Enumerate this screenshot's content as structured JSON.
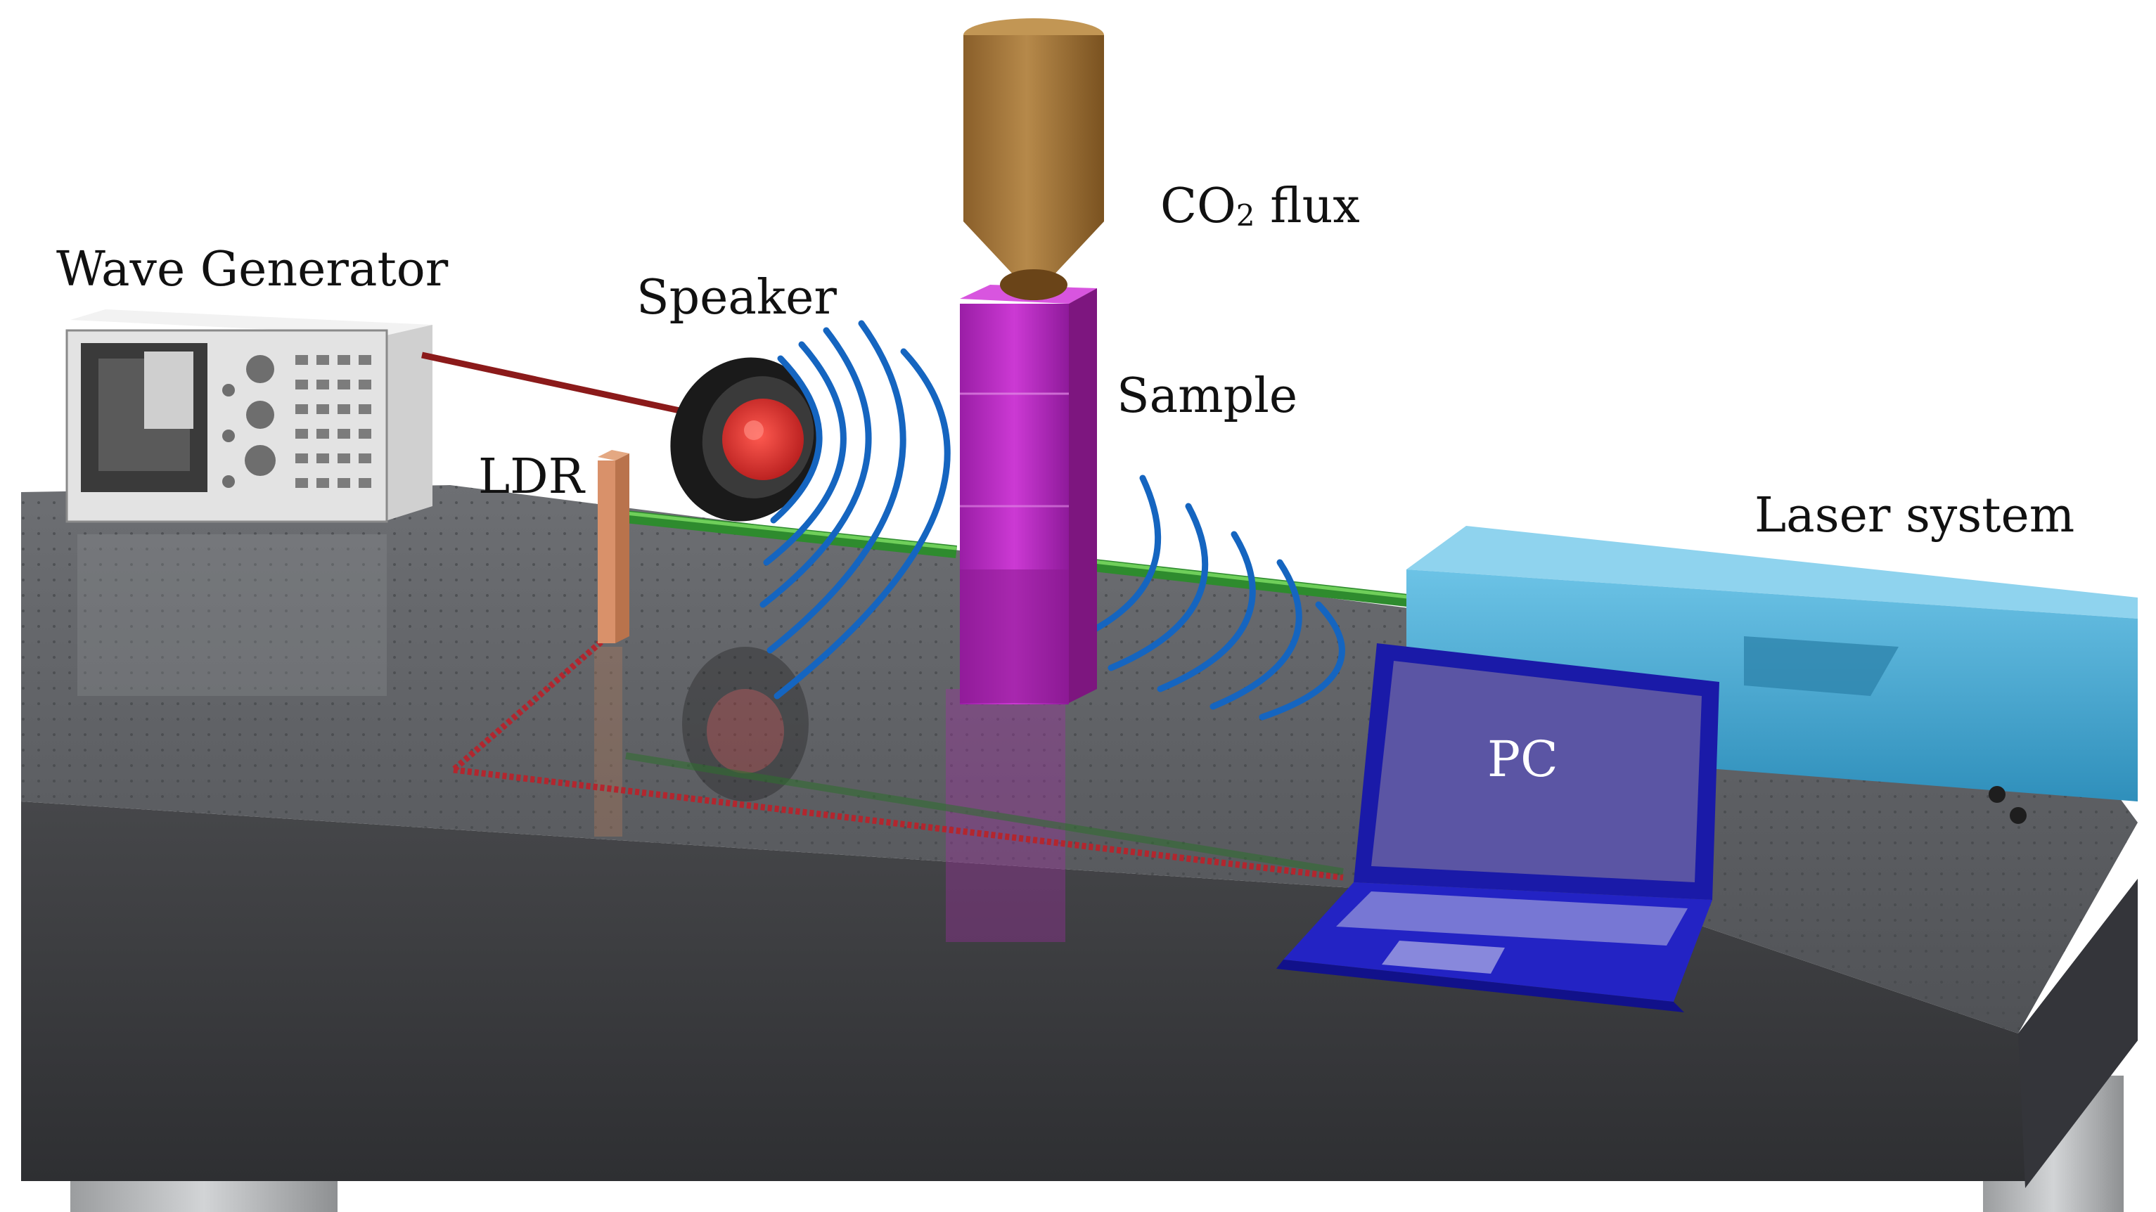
{
  "labels": {
    "wave_generator": "Wave Generator",
    "speaker": "Speaker",
    "co2_prefix": "CO",
    "co2_sub": "2",
    "co2_suffix": " flux",
    "sample": "Sample",
    "ldr": "LDR",
    "laser_system": "Laser system",
    "pc": "PC"
  },
  "colors": {
    "table_top": "#5a5c60",
    "table_front": "#3c3d40",
    "table_leg": "#b9bbbd",
    "gas_nozzle": "#a87a3c",
    "cuvette": "#c02bc8",
    "sound_wave": "#1565c0",
    "green_beam": "#2e8b2e",
    "red_beam": "#b3262e",
    "laser_box": "#3fa9d4",
    "laptop": "#1a1aa8",
    "laptop_screen": "#5b55a4",
    "speaker_cone": "#e53935",
    "ldr": "#d9916a",
    "wave_generator_body": "#e3e3e3"
  }
}
